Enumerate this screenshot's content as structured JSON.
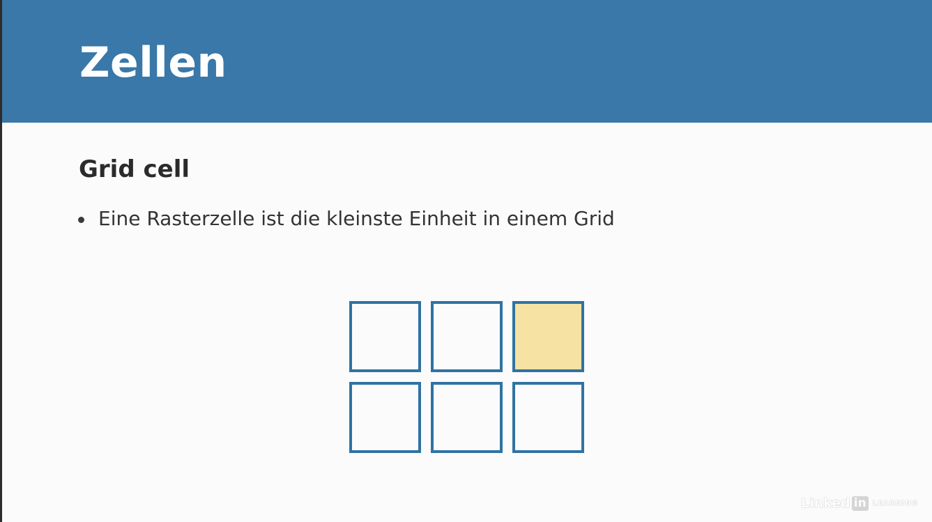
{
  "header": {
    "title": "Zellen",
    "background_color": "#3978a8"
  },
  "content": {
    "subtitle": "Grid cell",
    "bullets": [
      "Eine Rasterzelle ist die kleinste Einheit in einem Grid"
    ]
  },
  "diagram": {
    "rows": 2,
    "columns": 3,
    "highlighted_cell": "row 1, column 3",
    "cell_border_color": "#2f73a2",
    "highlight_color": "#f6e3a3"
  },
  "watermark": {
    "brand_part1": "Linked",
    "brand_part2": "in",
    "brand_part3": "LEARNING"
  }
}
